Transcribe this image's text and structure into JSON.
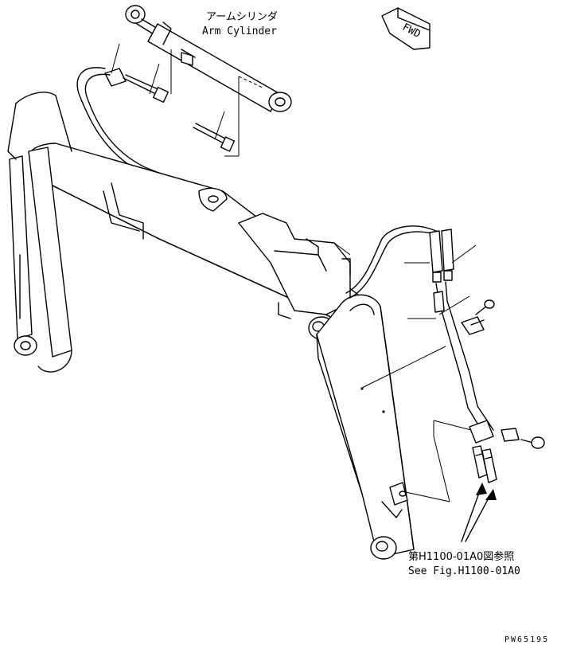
{
  "labels": {
    "arm_cylinder_jp": "アームシリンダ",
    "arm_cylinder_en": "Arm Cylinder",
    "fwd": "FWD",
    "see_fig_jp": "第H1100-01A0図参照",
    "see_fig_en": "See Fig.H1100-01A0",
    "drawing_code": "PW65195"
  },
  "icons": {
    "fwd_arrow": "forward-arrow-icon"
  },
  "colors": {
    "ink": "#000000",
    "paper": "#ffffff"
  }
}
